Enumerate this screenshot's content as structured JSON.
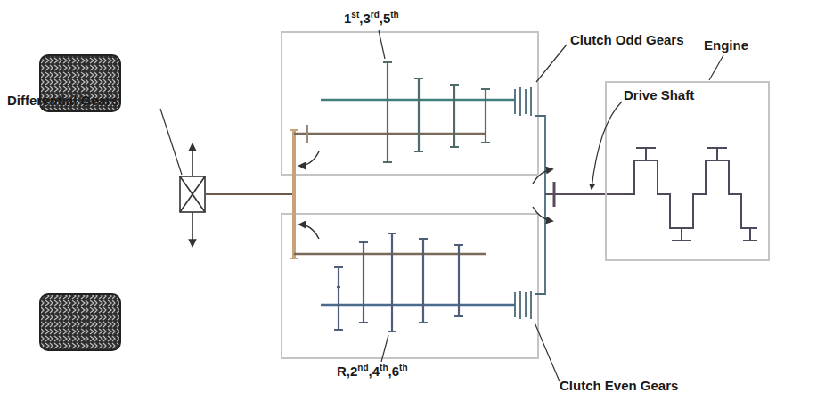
{
  "diagram": {
    "labels": [
      "1st,3rd,5th",
      "Clutch Odd Gears",
      "Drive Shaft",
      "Engine",
      "Differential Gears",
      "R,2nd,4th,6th",
      "Clutch Even Gears"
    ]
  }
}
